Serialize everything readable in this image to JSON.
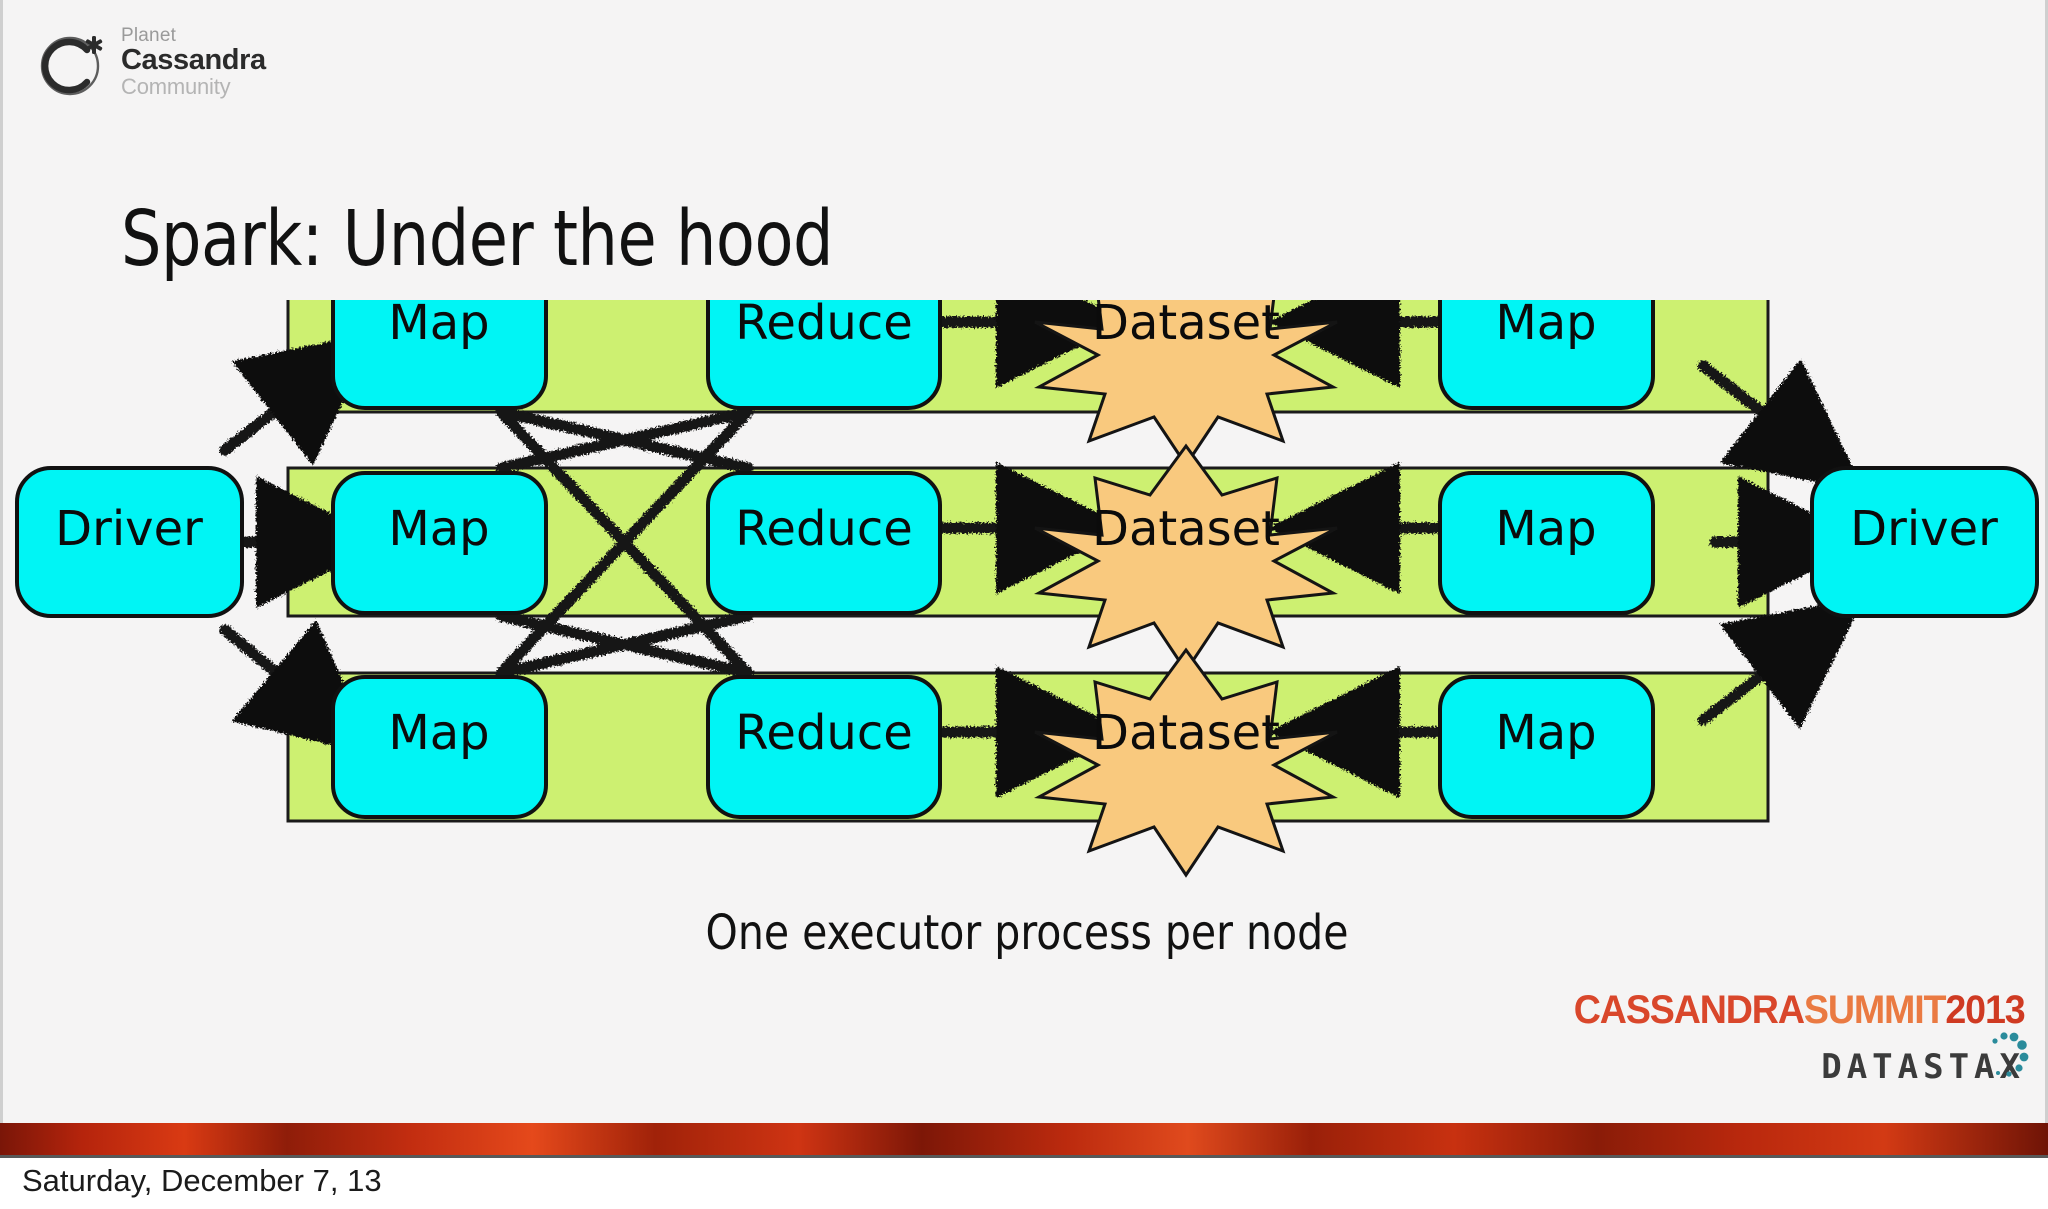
{
  "slide": {
    "title": "Spark: Under the hood",
    "caption": "One executor process per node",
    "background_color": "#f5f4f4"
  },
  "logo": {
    "name": "planet-cassandra-community-logo",
    "mark": "C*",
    "line1": "Planet",
    "line2": "Cassandra",
    "line3": "Community"
  },
  "diagram": {
    "type": "flow-diagram",
    "colors": {
      "executor_band": "#cdf071",
      "task_box": "#00f5f5",
      "dataset_star": "#f9c97e",
      "stroke": "#000000"
    },
    "driver_left": "Driver",
    "driver_right": "Driver",
    "rows": [
      {
        "map_in": "Map",
        "reduce": "Reduce",
        "dataset": "Dataset",
        "map_out": "Map"
      },
      {
        "map_in": "Map",
        "reduce": "Reduce",
        "dataset": "Dataset",
        "map_out": "Map"
      },
      {
        "map_in": "Map",
        "reduce": "Reduce",
        "dataset": "Dataset",
        "map_out": "Map"
      }
    ]
  },
  "summit_logo": {
    "part_cassandra": "CASSANDRA",
    "part_summit": "SUMMIT",
    "part_year": "2013",
    "datastax": "DATASTAX",
    "color_cassandra": "#d9472b",
    "color_summit": "#ea7a42",
    "color_year": "#cf3a22",
    "color_datastax": "#3b3b3b",
    "color_dots": "#2a8b9b"
  },
  "footer": {
    "date": "Saturday, December 7, 13"
  }
}
